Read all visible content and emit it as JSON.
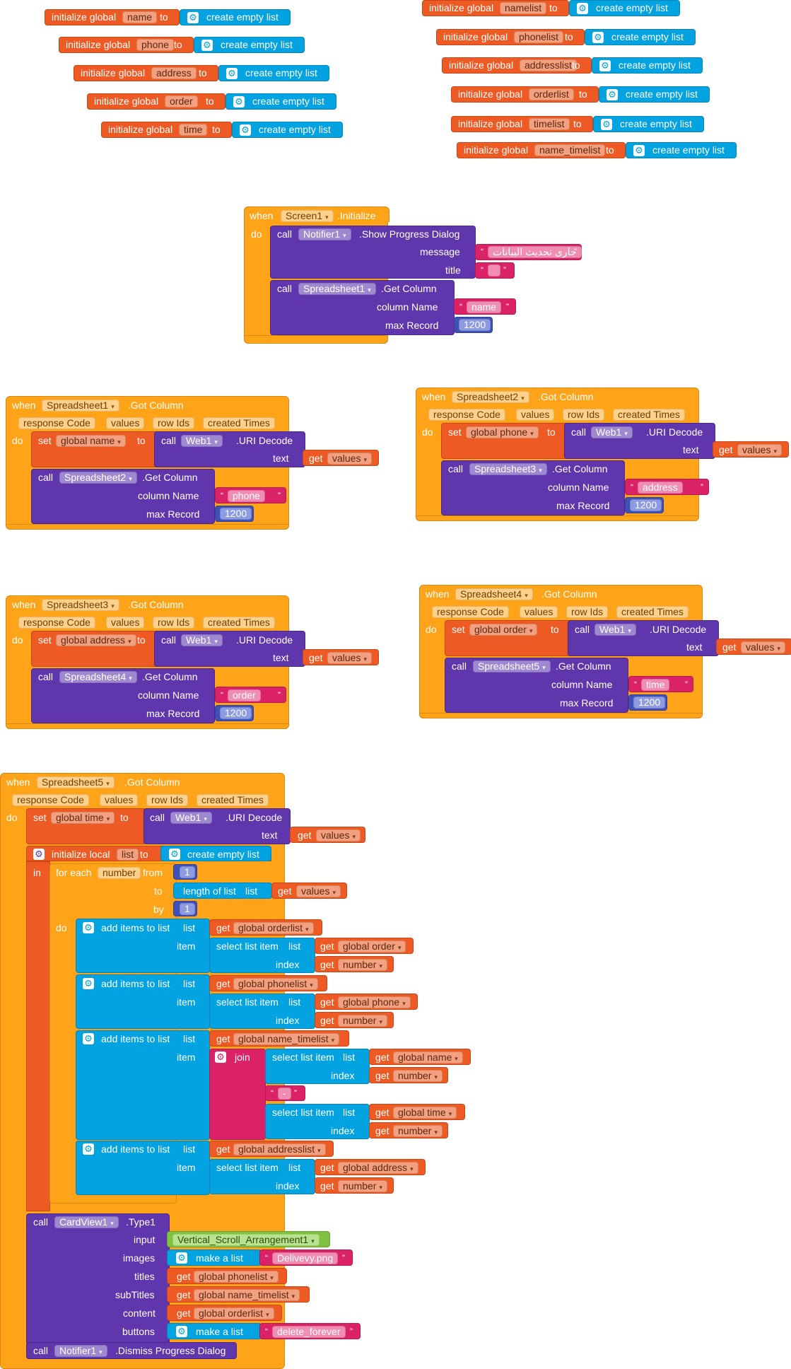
{
  "globals_left": [
    {
      "name": "name"
    },
    {
      "name": "phone"
    },
    {
      "name": "address"
    },
    {
      "name": "order"
    },
    {
      "name": "time"
    }
  ],
  "globals_right": [
    {
      "name": "namelist"
    },
    {
      "name": "phonelist"
    },
    {
      "name": "addresslist"
    },
    {
      "name": "orderlist"
    },
    {
      "name": "timelist"
    },
    {
      "name": "name_timelist"
    }
  ],
  "kw": {
    "initialize_global": "initialize global",
    "to": "to",
    "create_empty_list": "create empty list",
    "when": "when",
    "do": "do",
    "call": "call",
    "set": "set",
    "get": "get",
    "in": "in",
    "initialize_local": "initialize local",
    "for_each": "for each",
    "from": "from",
    "by": "by",
    "length_of_list": "length of list",
    "list": "list",
    "item": "item",
    "index": "index",
    "add_items_to_list": "add items to list",
    "select_list_item": "select list item",
    "join": "join",
    "make_a_list": "make a list",
    "text": "text",
    "column_name": "column Name",
    "max_record": "max Record",
    "message": "message",
    "title": "title",
    "input": "input",
    "images": "images",
    "titles": "titles",
    "subtitles": "subTitles",
    "content": "content",
    "buttons": "buttons",
    "uri_decode": ".URI Decode",
    "get_column": ".Get Column",
    "got_column": ".Got Column",
    "initialize_evt": ".Initialize",
    "show_progress": ".Show Progress Dialog",
    "dismiss_progress": ".Dismiss Progress Dialog",
    "type1": ".Type1",
    "response_code": "response Code",
    "values": "values",
    "row_ids": "row Ids",
    "created_times": "created Times"
  },
  "screen_init": {
    "component": "Screen1",
    "notifier": "Notifier1",
    "message": "جارى تحديث البيانات",
    "title": "",
    "spreadsheet": "Spreadsheet1",
    "column": "name",
    "max": "1200"
  },
  "handlers": [
    {
      "component": "Spreadsheet1",
      "set_var": "global name",
      "web": "Web1",
      "next_sheet": "Spreadsheet2",
      "column": "phone",
      "max": "1200"
    },
    {
      "component": "Spreadsheet2",
      "set_var": "global phone",
      "web": "Web1",
      "next_sheet": "Spreadsheet3",
      "column": "address",
      "max": "1200"
    },
    {
      "component": "Spreadsheet3",
      "set_var": "global address",
      "web": "Web1",
      "next_sheet": "Spreadsheet4",
      "column": "order",
      "max": "1200"
    },
    {
      "component": "Spreadsheet4",
      "set_var": "global order",
      "web": "Web1",
      "next_sheet": "Spreadsheet5",
      "column": "time",
      "max": "1200"
    }
  ],
  "last_handler": {
    "component": "Spreadsheet5",
    "set_var": "global time",
    "web": "Web1",
    "local_var": "list",
    "loop_var": "number",
    "from": "1",
    "by": "1",
    "add1_list": "global orderlist",
    "add1_item": "global order",
    "add2_list": "global phonelist",
    "add2_item": "global phone",
    "add3_list": "global name_timelist",
    "add3_a": "global name",
    "add3_sep": "-",
    "add3_b": "global time",
    "add4_list": "global addresslist",
    "add4_item": "global address",
    "cardview": "CardView1",
    "arrangement": "Vertical_Scroll_Arrangement1",
    "image_file": "Delivevy.png",
    "titles": "global phonelist",
    "subtitles": "global name_timelist",
    "content": "global orderlist",
    "button_icon": "delete_forever",
    "notifier": "Notifier1"
  }
}
